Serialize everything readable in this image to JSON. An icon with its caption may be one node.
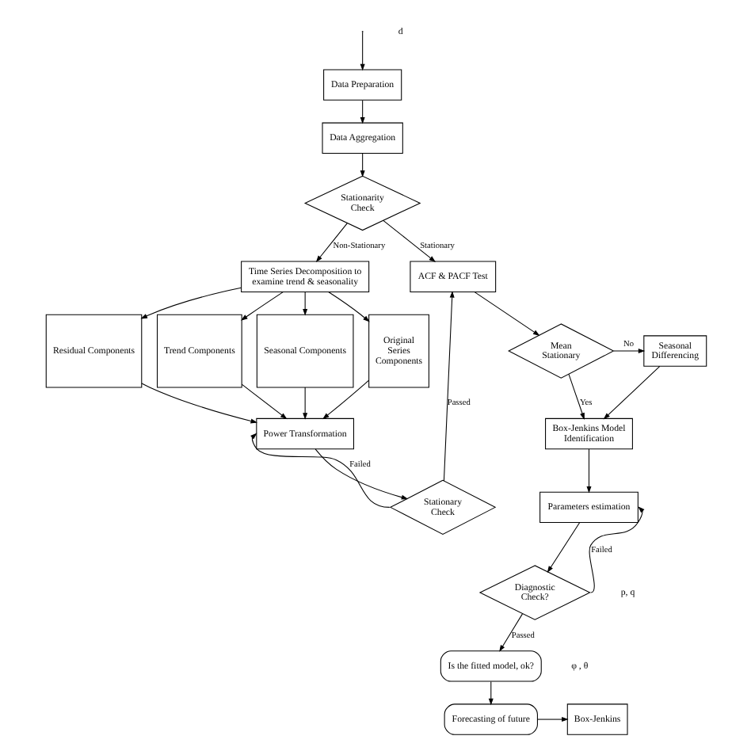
{
  "diagram": {
    "nodes": [
      {
        "text": [
          "Data Preparation"
        ]
      },
      {
        "text": [
          "Data Aggregation"
        ]
      },
      {
        "text": [
          "Stationarity Check"
        ]
      },
      {
        "text": [
          "Time Series Decomposition to examine trend & seasonality"
        ]
      },
      {
        "text": [
          "Residual Components"
        ]
      },
      {
        "text": [
          "Trend Components"
        ]
      },
      {
        "text": [
          "Seasonal Components"
        ]
      },
      {
        "text": [
          "Original Series Components"
        ]
      },
      {
        "text": [
          "Power Transformation"
        ]
      },
      {
        "text": [
          "Stationary Check"
        ]
      },
      {
        "text": [
          "ACF & PACF Test"
        ]
      },
      {
        "text": [
          "Mean Stationary"
        ]
      },
      {
        "text": [
          "Seasonal Differencing"
        ]
      },
      {
        "text": [
          "Box-Jenkins Model Identification"
        ]
      },
      {
        "text": [
          "Parameters estimation"
        ]
      },
      {
        "text": [
          "Diagnostic Check?"
        ]
      },
      {
        "text": [
          "Is the fitted model, ok?"
        ]
      },
      {
        "text": [
          "Forecasting of future"
        ]
      },
      {
        "text": [
          "Box-Jenkins"
        ]
      }
    ],
    "edges": [
      {
        "from": null,
        "to": 0,
        "arrow": "to"
      },
      {
        "from": 0,
        "to": 1,
        "arrow": "to"
      },
      {
        "from": 1,
        "to": 2,
        "arrow": "to"
      },
      {
        "from": 2,
        "to": 3,
        "arrow": "to",
        "label": "Non-Stationary"
      },
      {
        "from": 2,
        "to": 10,
        "arrow": "to",
        "label": "Stationary"
      },
      {
        "from": 3,
        "to": 4,
        "arrow": "to"
      },
      {
        "from": 3,
        "to": 5,
        "arrow": "to"
      },
      {
        "from": 3,
        "to": 6,
        "arrow": "to"
      },
      {
        "from": 3,
        "to": 7,
        "arrow": "to"
      },
      {
        "from": 4,
        "to": 8,
        "arrow": "to"
      },
      {
        "from": 5,
        "to": 8,
        "arrow": "to"
      },
      {
        "from": 6,
        "to": 8,
        "arrow": "to"
      },
      {
        "from": 7,
        "to": 8,
        "arrow": "to"
      },
      {
        "from": 8,
        "to": 9,
        "arrow": "to"
      },
      {
        "from": 9,
        "to": 8,
        "arrow": "to",
        "label": "Failed"
      },
      {
        "from": 9,
        "to": 10,
        "arrow": "to",
        "label": "Passed"
      },
      {
        "from": 10,
        "to": 11,
        "arrow": "to"
      },
      {
        "from": 11,
        "to": 12,
        "arrow": "to",
        "label": "No"
      },
      {
        "from": 11,
        "to": 13,
        "arrow": "to",
        "label": "Yes"
      },
      {
        "from": 12,
        "to": 13,
        "arrow": "to"
      },
      {
        "from": 13,
        "to": 14,
        "arrow": "to"
      },
      {
        "from": 14,
        "to": 15,
        "arrow": "to"
      },
      {
        "from": 15,
        "to": 14,
        "arrow": "to",
        "label": "Failed"
      },
      {
        "from": 15,
        "to": 16,
        "arrow": "to",
        "label": "Passed"
      },
      {
        "from": 16,
        "to": 17,
        "arrow": "to"
      },
      {
        "from": 17,
        "to": 18,
        "arrow": "to"
      }
    ],
    "labels": [
      "d",
      "p, q",
      "φ , θ"
    ]
  }
}
